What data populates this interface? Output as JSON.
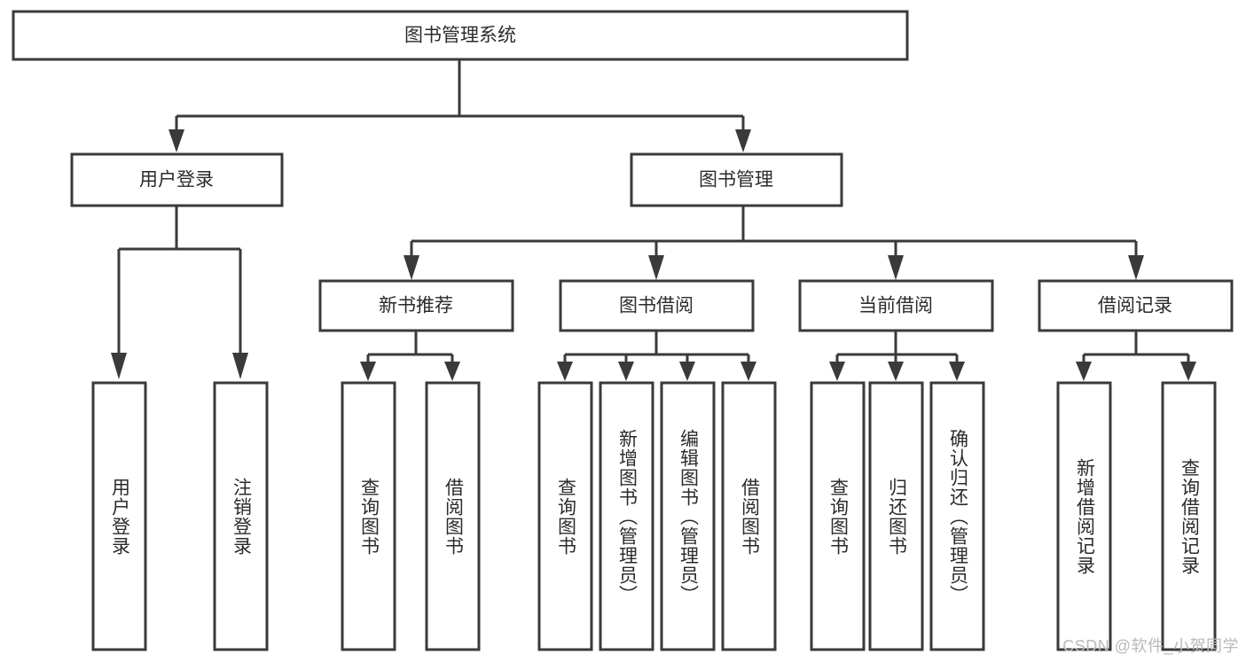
{
  "diagram": {
    "title": "图书管理系统",
    "watermark": "CSDN @软件_小贺同学",
    "colors": {
      "stroke": "#3a3a3a",
      "fill": "#ffffff",
      "text": "#2b2b2b",
      "background": "#ffffff",
      "watermark": "#b9b9b9"
    },
    "root": {
      "label": "图书管理系统"
    },
    "level2": [
      {
        "label": "用户登录"
      },
      {
        "label": "图书管理"
      }
    ],
    "level3": [
      {
        "label": "新书推荐"
      },
      {
        "label": "图书借阅"
      },
      {
        "label": "当前借阅"
      },
      {
        "label": "借阅记录"
      }
    ],
    "leaves": [
      {
        "label": "用户登录",
        "parent": "用户登录"
      },
      {
        "label": "注销登录",
        "parent": "用户登录"
      },
      {
        "label": "查询图书",
        "parent": "新书推荐"
      },
      {
        "label": "借阅图书",
        "parent": "新书推荐"
      },
      {
        "label": "查询图书",
        "parent": "图书借阅"
      },
      {
        "label": "新增图书（管理员）",
        "parent": "图书借阅"
      },
      {
        "label": "编辑图书（管理员）",
        "parent": "图书借阅"
      },
      {
        "label": "借阅图书",
        "parent": "图书借阅"
      },
      {
        "label": "查询图书",
        "parent": "当前借阅"
      },
      {
        "label": "归还图书",
        "parent": "当前借阅"
      },
      {
        "label": "确认归还（管理员）",
        "parent": "当前借阅"
      },
      {
        "label": "新增借阅记录",
        "parent": "借阅记录"
      },
      {
        "label": "查询借阅记录",
        "parent": "借阅记录"
      }
    ]
  }
}
